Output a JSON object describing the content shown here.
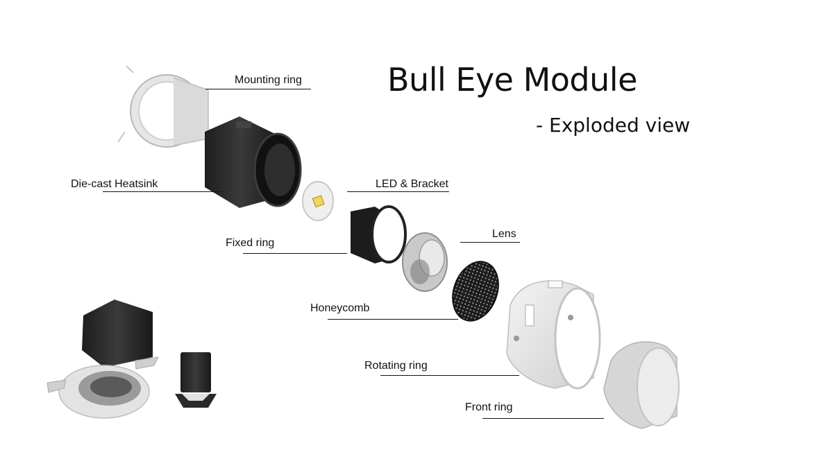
{
  "diagram": {
    "title": "Bull Eye Module",
    "subtitle": "- Exploded view",
    "labels": {
      "mounting_ring": "Mounting ring",
      "die_cast_heatsink": "Die-cast Heatsink",
      "led_bracket": "LED & Bracket",
      "fixed_ring": "Fixed ring",
      "lens": "Lens",
      "honeycomb": "Honeycomb",
      "rotating_ring": "Rotating ring",
      "front_ring": "Front ring"
    }
  },
  "colors": {
    "background": "#ffffff",
    "text": "#111111",
    "dark_part": "#2b2b2b",
    "light_part": "#e4e4e4"
  }
}
